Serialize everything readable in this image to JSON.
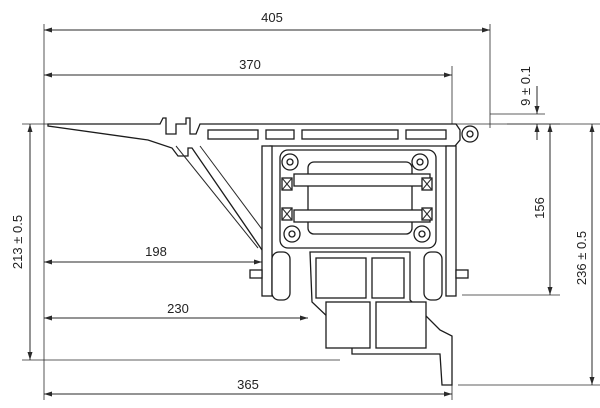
{
  "drawing": {
    "dimensions": {
      "overall_width": "405",
      "top_width": "370",
      "top_offset": "9 ± 0.1",
      "left_height": "213 ± 0.5",
      "inner_height": "156",
      "right_height": "236 ± 0.5",
      "mid_width_upper": "198",
      "mid_width_lower": "230",
      "bottom_width": "365"
    }
  }
}
